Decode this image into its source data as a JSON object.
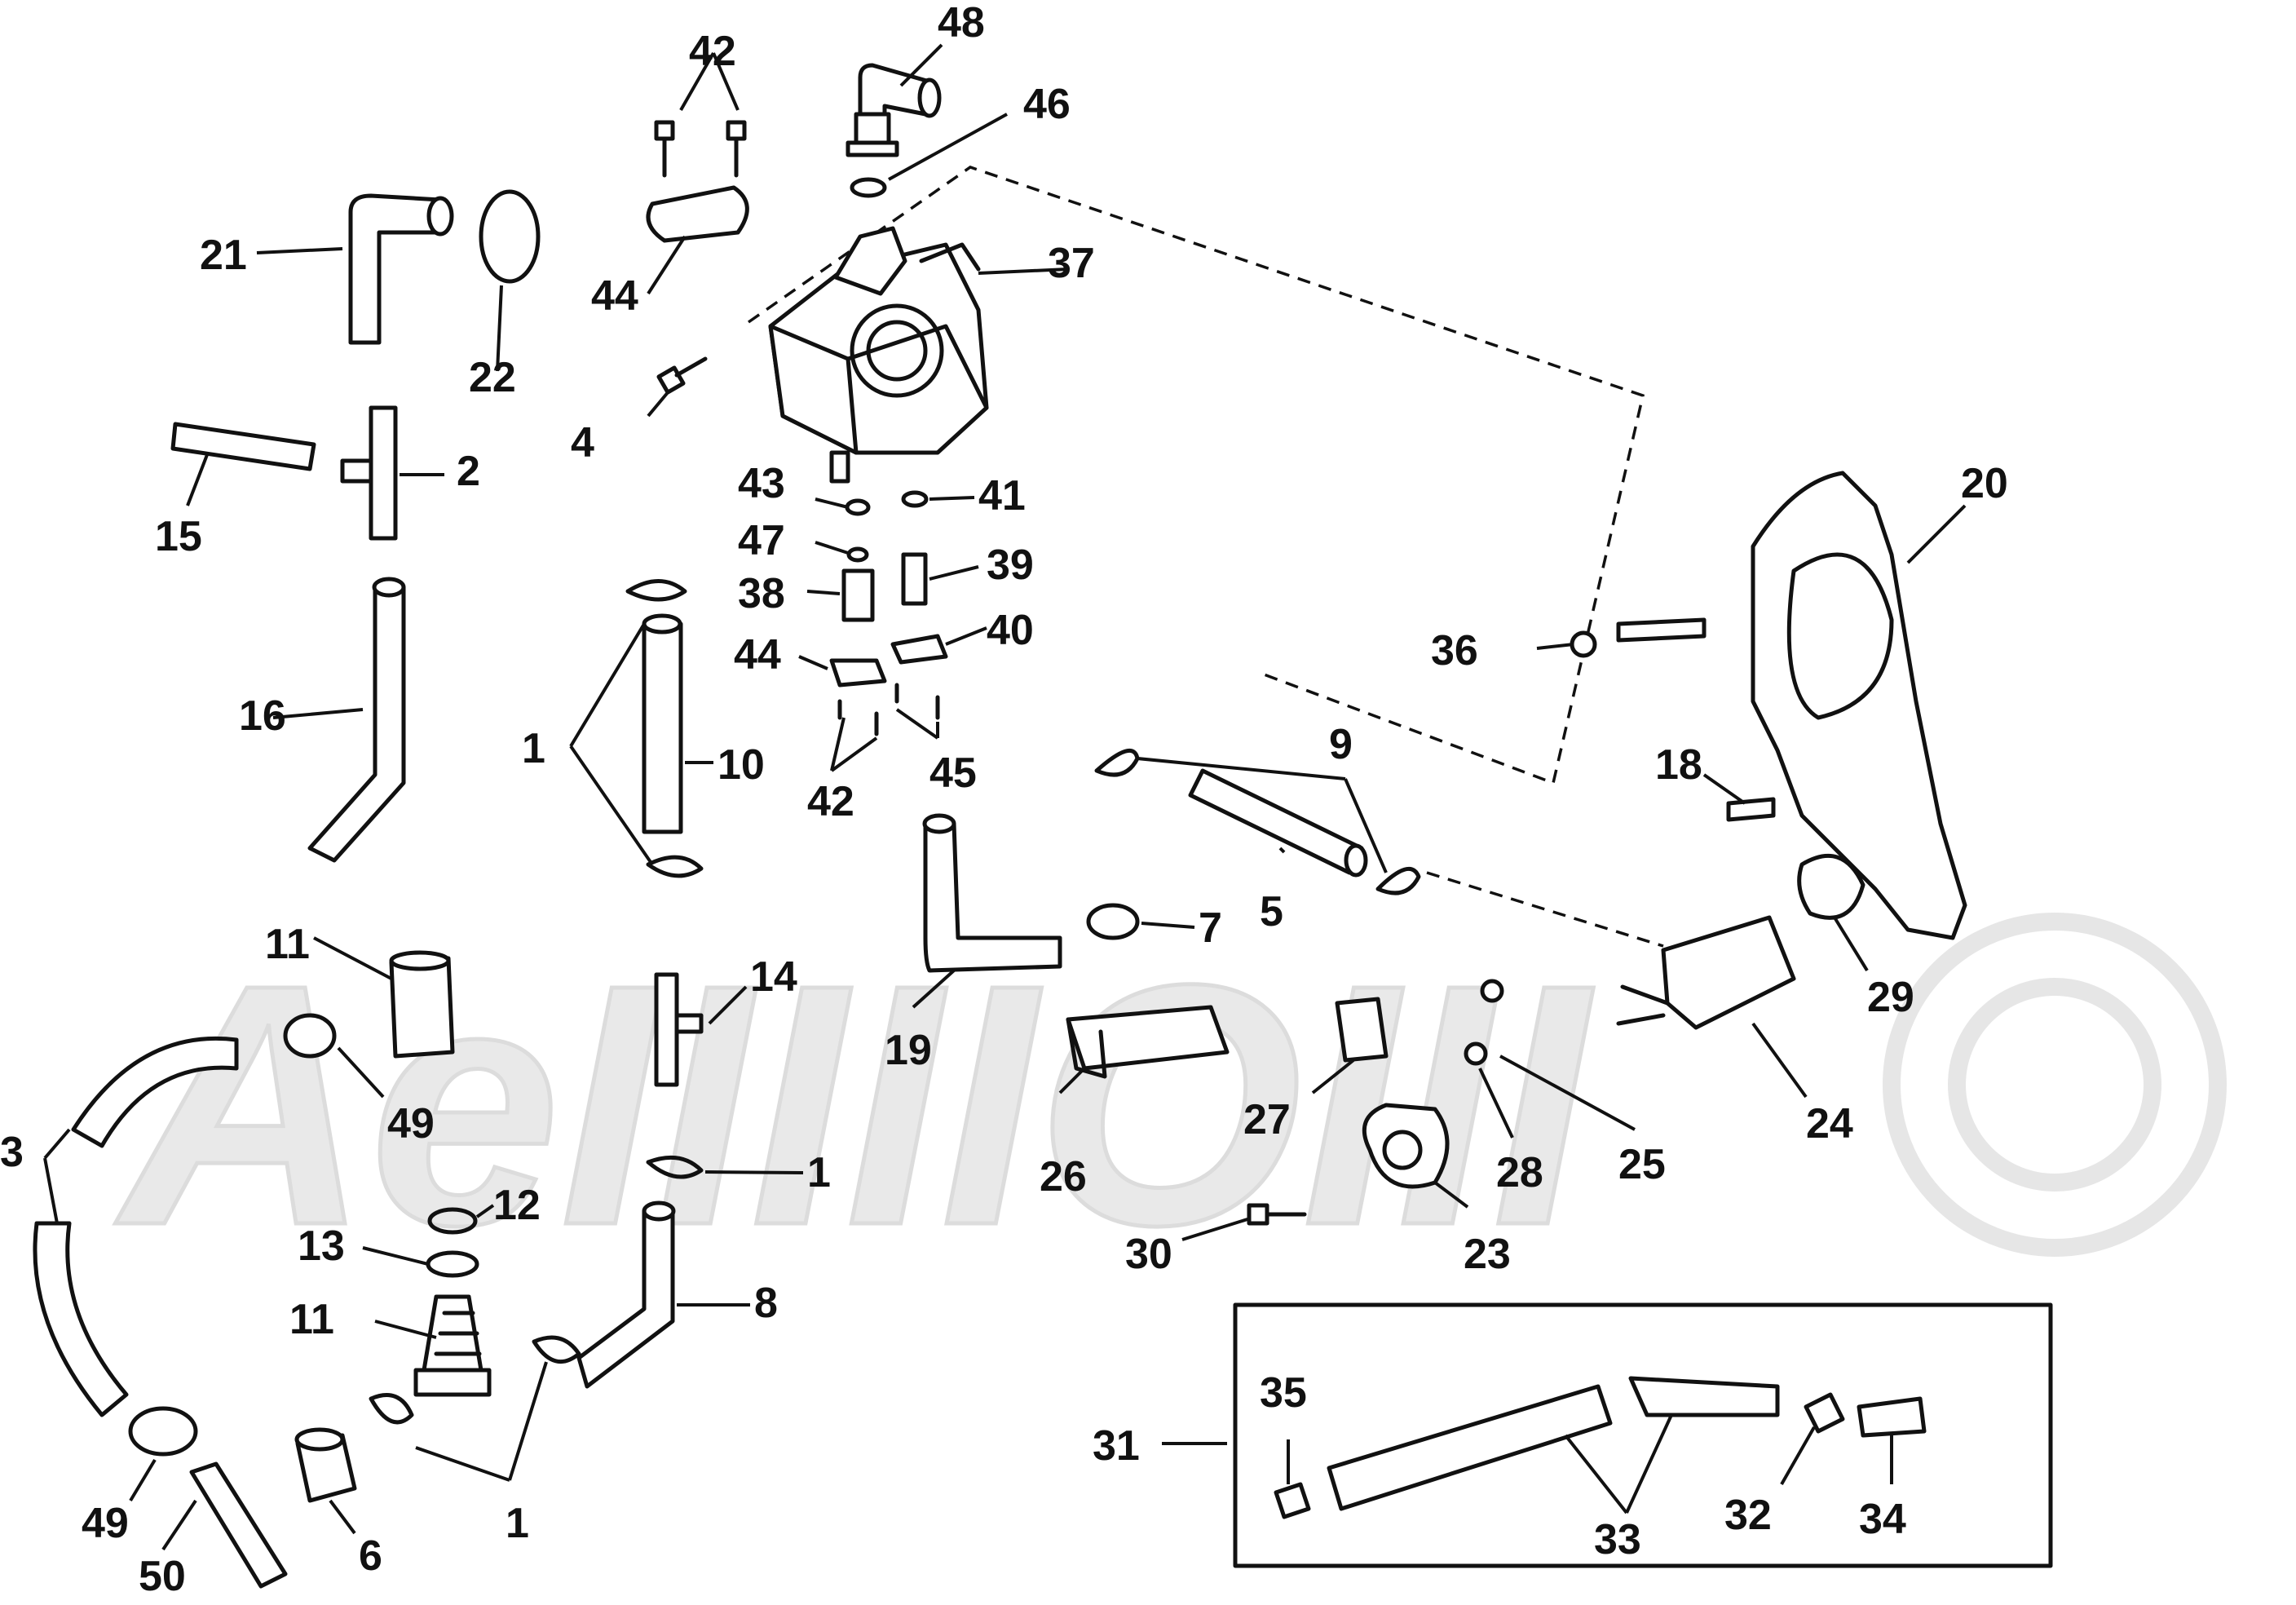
{
  "watermark": "AeIIIIIOIII",
  "callouts": {
    "c1a": "1",
    "c1b": "1",
    "c1c": "1",
    "c2": "2",
    "c3": "3",
    "c4": "4",
    "c5": "5",
    "c6": "6",
    "c7": "7",
    "c8": "8",
    "c9": "9",
    "c10": "10",
    "c11a": "11",
    "c11b": "11",
    "c12": "12",
    "c13": "13",
    "c14": "14",
    "c15": "15",
    "c16": "16",
    "c18": "18",
    "c19": "19",
    "c20": "20",
    "c21": "21",
    "c22": "22",
    "c23": "23",
    "c24": "24",
    "c25": "25",
    "c26": "26",
    "c27": "27",
    "c28": "28",
    "c29": "29",
    "c30": "30",
    "c31": "31",
    "c32": "32",
    "c33": "33",
    "c34": "34",
    "c35": "35",
    "c36": "36",
    "c37": "37",
    "c38": "38",
    "c39": "39",
    "c40": "40",
    "c41": "41",
    "c42a": "42",
    "c42b": "42",
    "c43": "43",
    "c44a": "44",
    "c44b": "44",
    "c45": "45",
    "c46": "46",
    "c47": "47",
    "c48": "48",
    "c49a": "49",
    "c49b": "49",
    "c50": "50"
  }
}
